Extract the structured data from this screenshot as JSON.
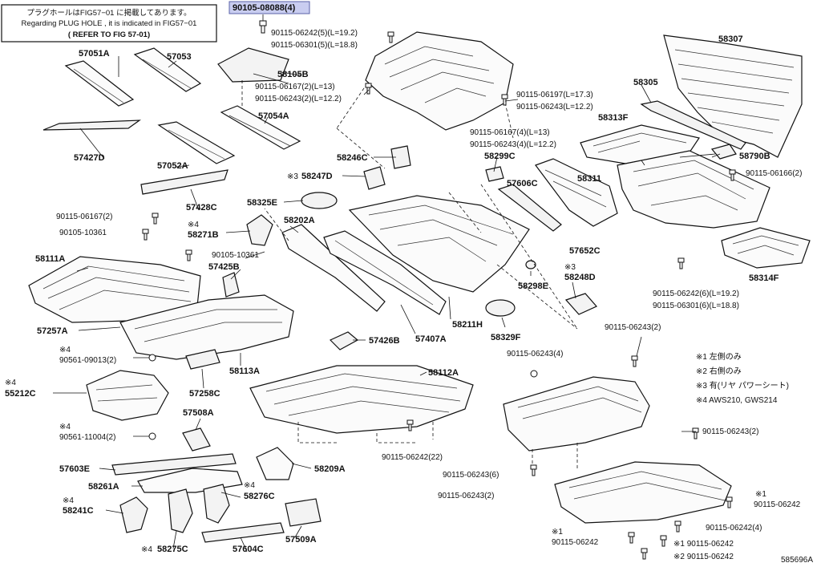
{
  "note_box": {
    "line1": "プラグホールはFIG57−01 に掲載してあります。",
    "line2": "Regarding PLUG HOLE , it is indicated in FIG57−01",
    "line3": "( REFER TO FIG 57-01)"
  },
  "highlight_label": "90105-08088(4)",
  "labels": {
    "p90115_06242_5": "90115-06242(5)(L=19.2)",
    "p90115_06301_5": "90115-06301(5)(L=18.8)",
    "p58307": "58307",
    "p57051A": "57051A",
    "p57053": "57053",
    "p58105B": "58105B",
    "p90115_06167_2a": "90115-06167(2)(L=13)",
    "p90115_06243_2a": "90115-06243(2)(L=12.2)",
    "p90115_06197": "90115-06197(L=17.3)",
    "p90115_06243_r": "90115-06243(L=12.2)",
    "p58305": "58305",
    "p57054A": "57054A",
    "p58313F": "58313F",
    "p57427D": "57427D",
    "p90115_06167_4": "90115-06167(4)(L=13)",
    "p90115_06243_4": "90115-06243(4)(L=12.2)",
    "p57052A": "57052A",
    "p58246C": "58246C",
    "p58299C": "58299C",
    "p58790B": "58790B",
    "p58247D": "58247D",
    "mark_58247D": "※3",
    "p57606C": "57606C",
    "p58311": "58311",
    "p90115_06166": "90115-06166(2)",
    "p57428C": "57428C",
    "p58325E": "58325E",
    "p90115_06167_2b": "90115-06167(2)",
    "mark_58271B": "※4",
    "p58271B": "58271B",
    "p58202A": "58202A",
    "p90105_10361a": "90105-10361",
    "p57652C": "57652C",
    "p58314F": "58314F",
    "p90105_10361b": "90105-10361",
    "p58111A": "58111A",
    "p57425B": "57425B",
    "p58298E": "58298E",
    "mark_58248D": "※3",
    "p58248D": "58248D",
    "p90115_06242_6": "90115-06242(6)(L=19.2)",
    "p90115_06301_6": "90115-06301(6)(L=18.8)",
    "p57257A": "57257A",
    "p58211H": "58211H",
    "p57407A": "57407A",
    "p57426B": "57426B",
    "p58329F": "58329F",
    "p90115_06243_2b": "90115-06243(2)",
    "mark_90561a": "※4",
    "p90561_09013": "90561-09013(2)",
    "p58113A": "58113A",
    "p90115_06243_4b": "90115-06243(4)",
    "mark_55212C": "※4",
    "p55212C": "55212C",
    "p57258C": "57258C",
    "p58112A": "58112A",
    "p57508A": "57508A",
    "mark_90561b": "※4",
    "p90561_11004": "90561-11004(2)",
    "p90115_06243_2c": "90115-06243(2)",
    "p90115_06242_22": "90115-06242(22)",
    "p57603E": "57603E",
    "p58209A": "58209A",
    "p90115_06243_6": "90115-06243(6)",
    "p58261A": "58261A",
    "mark_58276C": "※4",
    "p58276C": "58276C",
    "p90115_06243_2d": "90115-06243(2)",
    "mark_58241C": "※4",
    "p58241C": "58241C",
    "mark_r1": "※1",
    "p90115_06242_r1": "90115-06242",
    "p57509A": "57509A",
    "p90115_06242_4": "90115-06242(4)",
    "mark_58275C": "※4",
    "p58275C": "58275C",
    "p57604C": "57604C",
    "mark_b1": "※1",
    "p90115_06242_b1": "90115-06242",
    "p90115_06242_b2": "※1 90115-06242",
    "p90115_06242_b3": "※2 90115-06242",
    "diagram_id": "585696A"
  },
  "legend": [
    "※1 左側のみ",
    "※2 右側のみ",
    "※3 有(リヤ パワーシート)",
    "※4 AWS210, GWS214"
  ]
}
